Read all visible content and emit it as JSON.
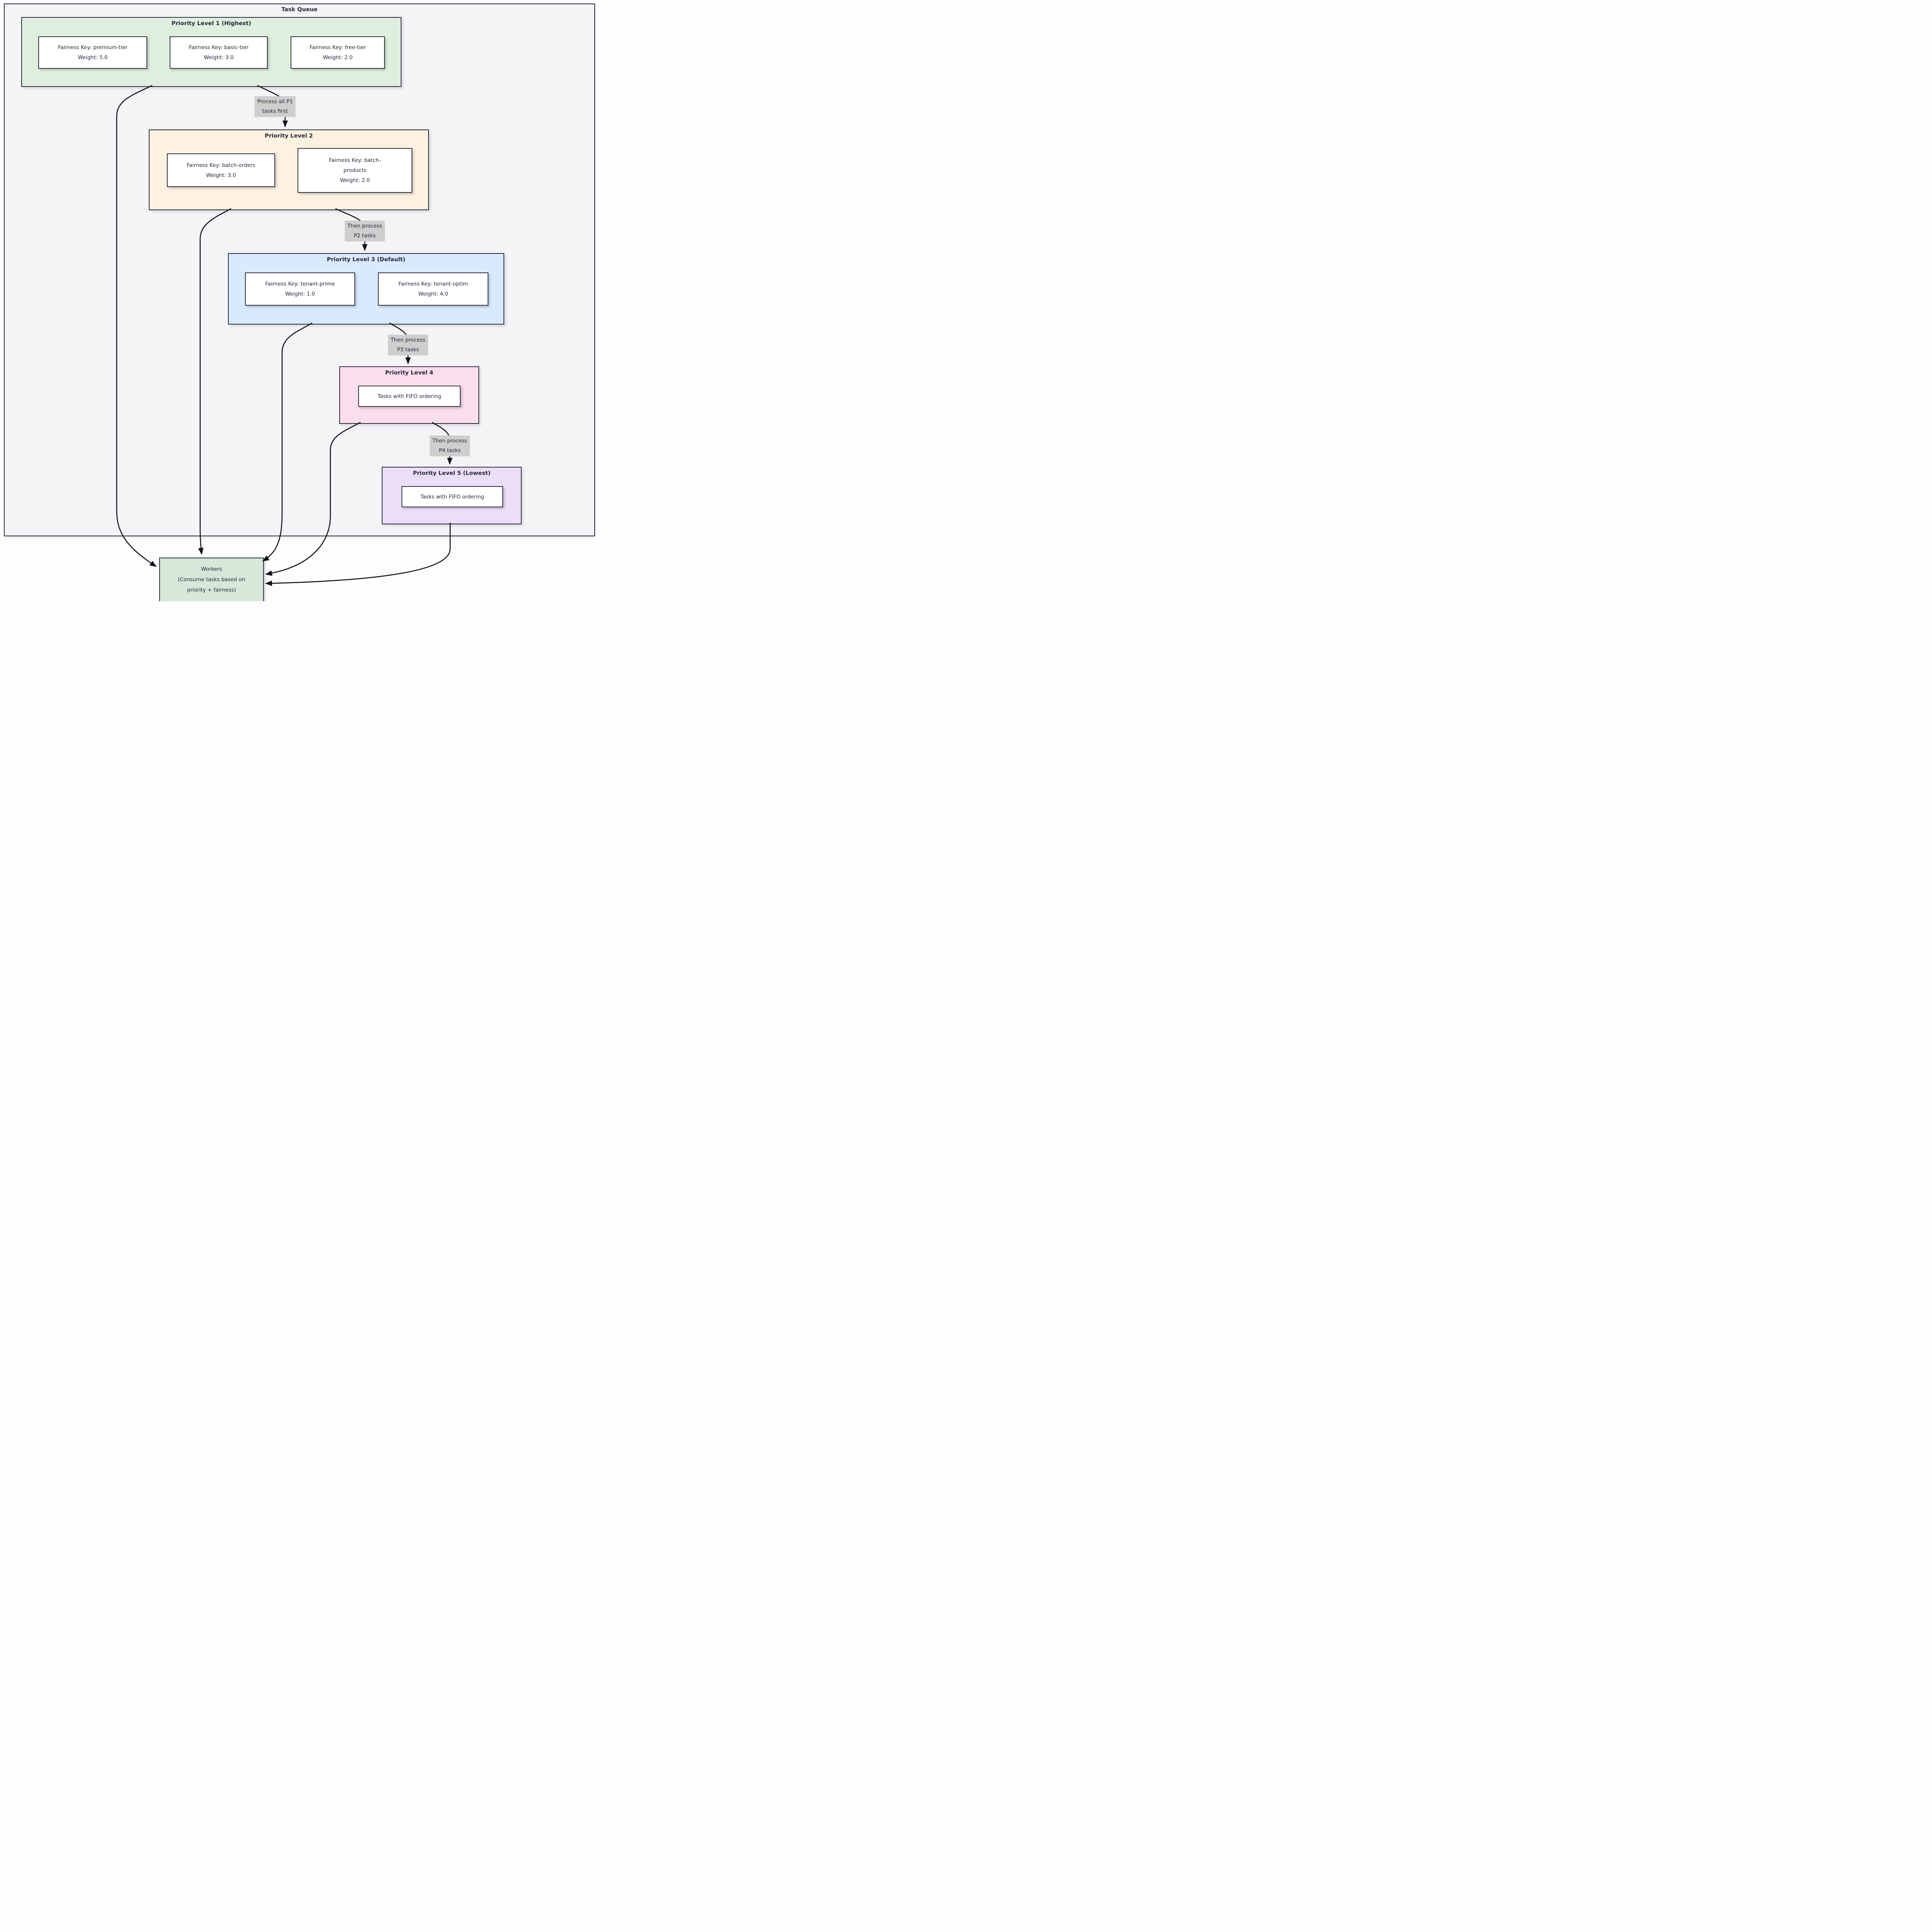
{
  "page_title": "Task Queue",
  "clusters": {
    "p1": {
      "title": "Priority Level 1 (Highest)",
      "color": "#def0dd",
      "nodes": [
        {
          "lines": [
            "Fairness Key: premium-tier",
            "Weight: 5.0"
          ]
        },
        {
          "lines": [
            "Fairness Key: basic-tier",
            "Weight: 3.0"
          ]
        },
        {
          "lines": [
            "Fairness Key: free-tier",
            "Weight: 2.0"
          ]
        }
      ]
    },
    "p2": {
      "title": "Priority Level 2",
      "color": "#fdf1e0",
      "nodes": [
        {
          "lines": [
            "Fairness Key: batch-orders",
            "Weight: 3.0"
          ]
        },
        {
          "lines": [
            "Fairness Key: batch-",
            "products",
            "Weight: 2.0"
          ]
        }
      ]
    },
    "p3": {
      "title": "Priority Level 3 (Default)",
      "color": "#d9eafd",
      "nodes": [
        {
          "lines": [
            "Fairness Key: tenant-prime",
            "Weight: 1.0"
          ]
        },
        {
          "lines": [
            "Fairness Key: tenant-optim",
            "Weight: 4.0"
          ]
        }
      ]
    },
    "p4": {
      "title": "Priority Level 4",
      "color": "#fbdeeb",
      "nodes": [
        {
          "lines": [
            "Tasks with FIFO ordering"
          ]
        }
      ]
    },
    "p5": {
      "title": "Priority Level 5 (Lowest)",
      "color": "#eadef8",
      "nodes": [
        {
          "lines": [
            "Tasks with FIFO ordering"
          ]
        }
      ]
    }
  },
  "edge_labels": [
    {
      "lines": [
        "Process all P1",
        "tasks first"
      ]
    },
    {
      "lines": [
        "Then process",
        "P2 tasks"
      ]
    },
    {
      "lines": [
        "Then process",
        "P3 tasks"
      ]
    },
    {
      "lines": [
        "Then process",
        "P4 tasks"
      ]
    }
  ],
  "workers": {
    "color": "#d5e8d9",
    "lines": [
      "Workers",
      "(Consume tasks based on",
      "priority + fairness)"
    ]
  },
  "colors": {
    "edge": "#111118",
    "border": "#2b2b42",
    "node_border": "#30303c",
    "text": "#26263c",
    "label_bg": "#cecece",
    "container_fill": "#f4f4f7",
    "page_bg": "#fdfdfe"
  }
}
